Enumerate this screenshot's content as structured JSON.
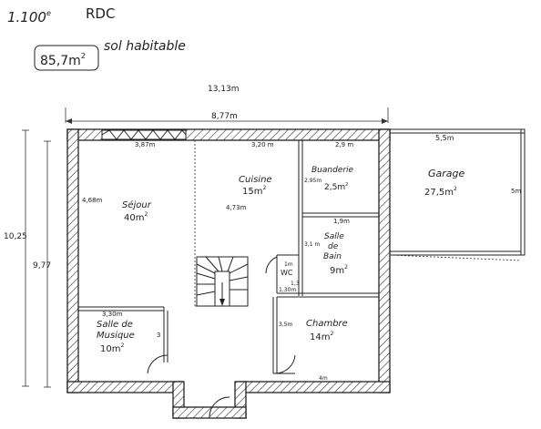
{
  "header": {
    "scale": "1.100",
    "scale_exp": "e",
    "level": "RDC",
    "area_value": "85,7m",
    "area_exp": "2",
    "area_label": "sol habitable"
  },
  "dimensions": {
    "total_width": "13,13m",
    "house_width": "8,77m",
    "total_height": "10,25",
    "inner_height": "9,77"
  },
  "rooms": {
    "sejour": {
      "name": "Séjour",
      "area": "40m",
      "exp": "2",
      "width": "3,87m",
      "height": "4,68m"
    },
    "cuisine": {
      "name": "Cuisine",
      "area": "15m",
      "exp": "2",
      "width": "3,20 m",
      "height": "4,73m"
    },
    "buanderie": {
      "name": "Buanderie",
      "area": "2,5m",
      "exp": "2",
      "width": "2,9 m",
      "height": "2,95m"
    },
    "garage": {
      "name": "Garage",
      "area": "27,5m",
      "exp": "2",
      "width": "5,5m",
      "height": "5m"
    },
    "sdb": {
      "name_1": "Salle",
      "name_2": "de",
      "name_3": "Bain",
      "area": "9m",
      "exp": "2",
      "width": "1,9m",
      "height": "3,1 m"
    },
    "wc": {
      "name": "WC",
      "width": "1m",
      "height": "1,3",
      "extra": "1,30m"
    },
    "musique": {
      "name_1": "Salle de",
      "name_2": "Musique",
      "area": "10m",
      "exp": "2",
      "width": "3,30m",
      "height": "3"
    },
    "chambre": {
      "name": "Chambre",
      "area": "14m",
      "exp": "2",
      "height": "3,5m",
      "mark": "4m"
    }
  }
}
